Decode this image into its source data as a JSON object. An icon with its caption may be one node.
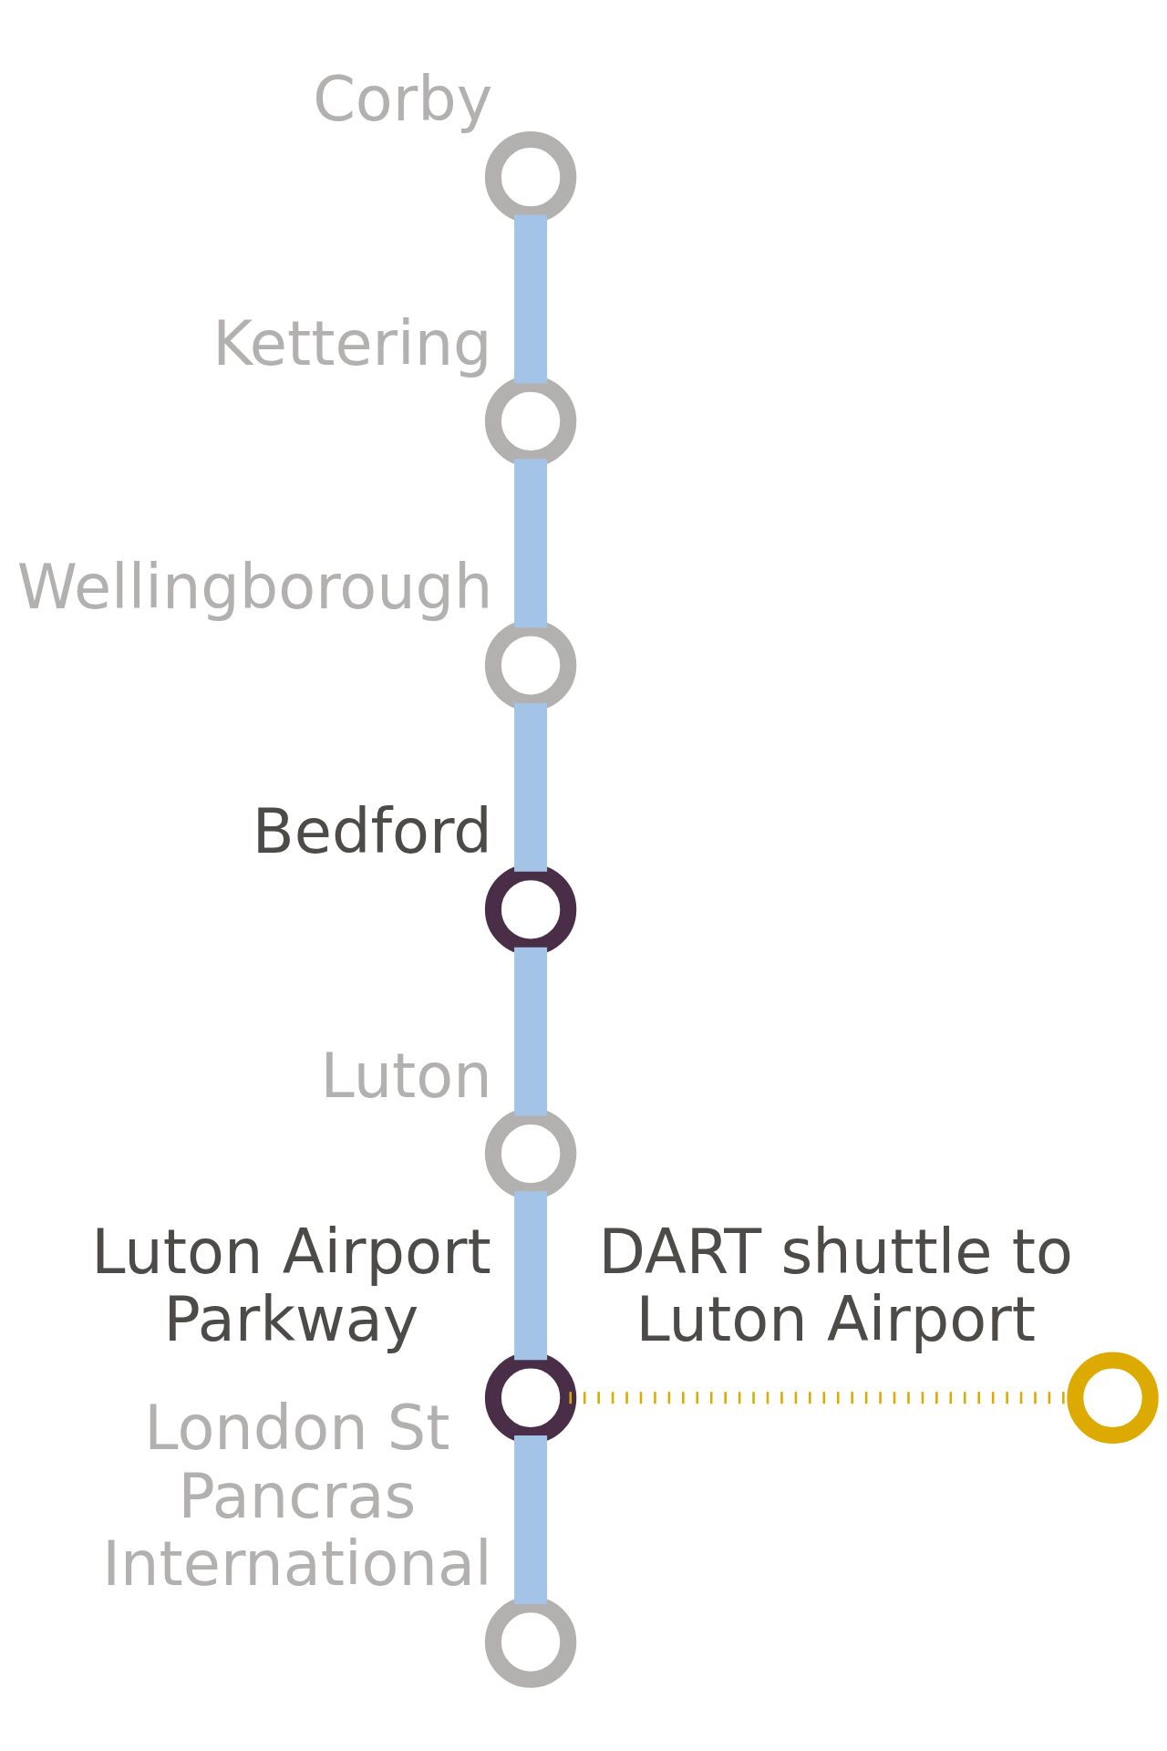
{
  "diagram": {
    "nodes": [
      {
        "text": [
          "Corby"
        ]
      },
      {
        "text": [
          "Kettering"
        ]
      },
      {
        "text": [
          "Wellingborough"
        ]
      },
      {
        "text": [
          "Bedford"
        ]
      },
      {
        "text": [
          "Luton"
        ]
      },
      {
        "text": [
          "Luton Airport Parkway"
        ]
      },
      {
        "text": [
          "London St Pancras International"
        ]
      },
      {
        "text": [
          "DART shuttle to Luton Airport"
        ]
      }
    ],
    "edges": [
      {
        "from": 0,
        "to": 1,
        "arrow": "none"
      },
      {
        "from": 1,
        "to": 2,
        "arrow": "none"
      },
      {
        "from": 2,
        "to": 3,
        "arrow": "none"
      },
      {
        "from": 3,
        "to": 4,
        "arrow": "none"
      },
      {
        "from": 4,
        "to": 5,
        "arrow": "none"
      },
      {
        "from": 5,
        "to": 6,
        "arrow": "none"
      },
      {
        "from": 5,
        "to": 7,
        "arrow": "none",
        "style": "dashed",
        "color": "#dcaa00"
      }
    ]
  }
}
